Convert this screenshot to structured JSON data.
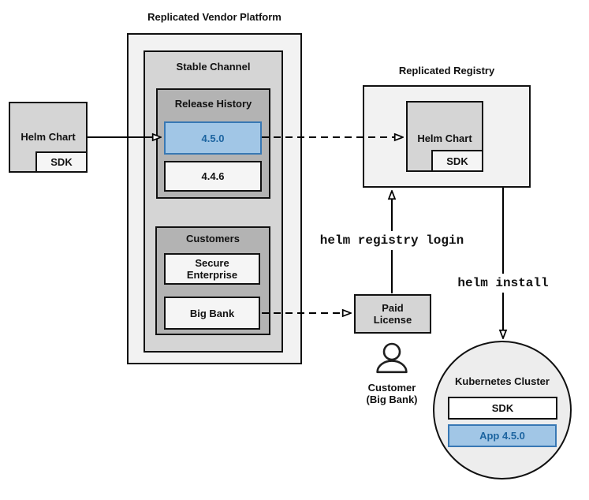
{
  "colors": {
    "accent_fill": "#a1c6e6",
    "accent_border": "#3878b4",
    "accent_text": "#1c64a0",
    "box_border": "#111111",
    "gray_lightest": "#f2f2f2",
    "gray_light": "#d5d5d5",
    "gray_mid": "#b3b3b3"
  },
  "vendor_platform": {
    "title": "Replicated Vendor Platform",
    "stable_channel": {
      "label": "Stable Channel",
      "release_history": {
        "label": "Release History",
        "releases": [
          {
            "version": "4.5.0",
            "highlighted": true
          },
          {
            "version": "4.4.6",
            "highlighted": false
          }
        ]
      },
      "customers": {
        "label": "Customers",
        "items": [
          {
            "name": "Secure\nEnterprise"
          },
          {
            "name": "Big Bank"
          }
        ]
      }
    }
  },
  "source_chart": {
    "label": "Helm Chart",
    "sdk_label": "SDK"
  },
  "registry": {
    "title": "Replicated Registry",
    "chart_label": "Helm Chart",
    "sdk_label": "SDK"
  },
  "commands": {
    "registry_login": "helm registry login",
    "install": "helm install"
  },
  "license": {
    "label": "Paid\nLicense"
  },
  "customer": {
    "label": "Customer\n(Big Bank)"
  },
  "cluster": {
    "title": "Kubernetes Cluster",
    "sdk_label": "SDK",
    "app_label": "App 4.5.0"
  }
}
